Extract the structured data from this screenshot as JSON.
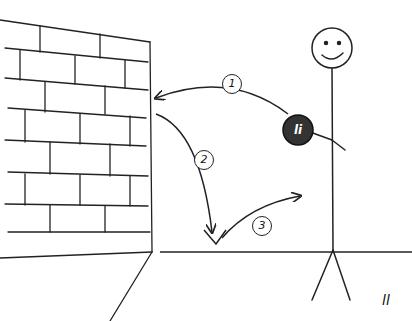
{
  "diagram": {
    "labels": [
      "1",
      "2",
      "3",
      "li",
      "ll"
    ]
  }
}
